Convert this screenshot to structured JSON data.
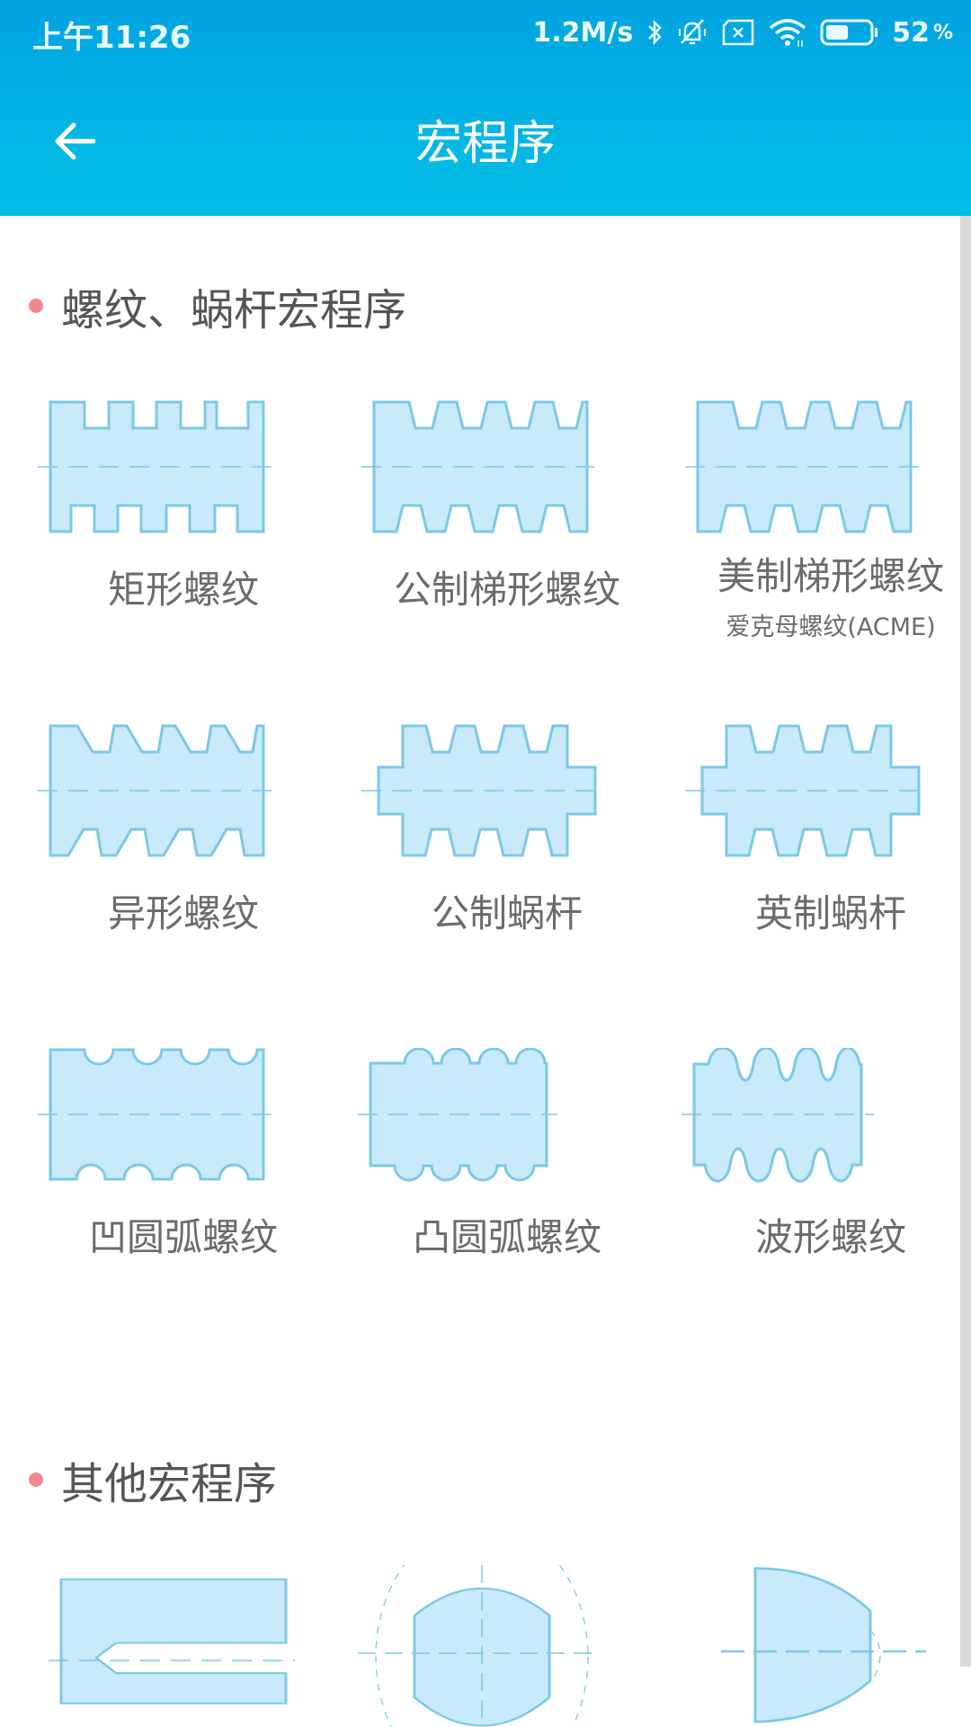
{
  "status_bar": {
    "time": "上午11:26",
    "net_speed": "1.2M/s",
    "icons": [
      "bluetooth-icon",
      "mute-bell-icon",
      "no-sim-icon",
      "wifi-icon",
      "battery-icon"
    ],
    "battery_percent": "52",
    "battery_unit": "%"
  },
  "header": {
    "back_icon": "arrow-left-icon",
    "title": "宏程序",
    "colors": {
      "gradient_top": "#02A3E2",
      "gradient_bottom": "#03C0E6"
    }
  },
  "sections": [
    {
      "title": "螺纹、蜗杆宏程序",
      "items": [
        {
          "label": "矩形螺纹",
          "icon": "rectangular-thread-icon"
        },
        {
          "label": "公制梯形螺纹",
          "icon": "metric-trapezoidal-thread-icon"
        },
        {
          "label": "美制梯形螺纹",
          "sublabel": "爱克母螺纹(ACME)",
          "icon": "acme-thread-icon"
        },
        {
          "label": "异形螺纹",
          "icon": "special-thread-icon"
        },
        {
          "label": "公制蜗杆",
          "icon": "metric-worm-icon"
        },
        {
          "label": "英制蜗杆",
          "icon": "imperial-worm-icon"
        },
        {
          "label": "凹圆弧螺纹",
          "icon": "concave-arc-thread-icon"
        },
        {
          "label": "凸圆弧螺纹",
          "icon": "convex-arc-thread-icon"
        },
        {
          "label": "波形螺纹",
          "icon": "wave-thread-icon"
        }
      ]
    },
    {
      "title": "其他宏程序",
      "items": [
        {
          "icon": "slot-part-icon"
        },
        {
          "icon": "ellipse-truncated-icon"
        },
        {
          "icon": "half-ellipse-icon"
        }
      ]
    }
  ],
  "colors": {
    "section_dot": "#F5878F",
    "shape_fill": "#C8EAFA",
    "shape_stroke": "#7CC8E6",
    "label_text": "#6B6B6B",
    "scrollbar": "#DADADA"
  }
}
